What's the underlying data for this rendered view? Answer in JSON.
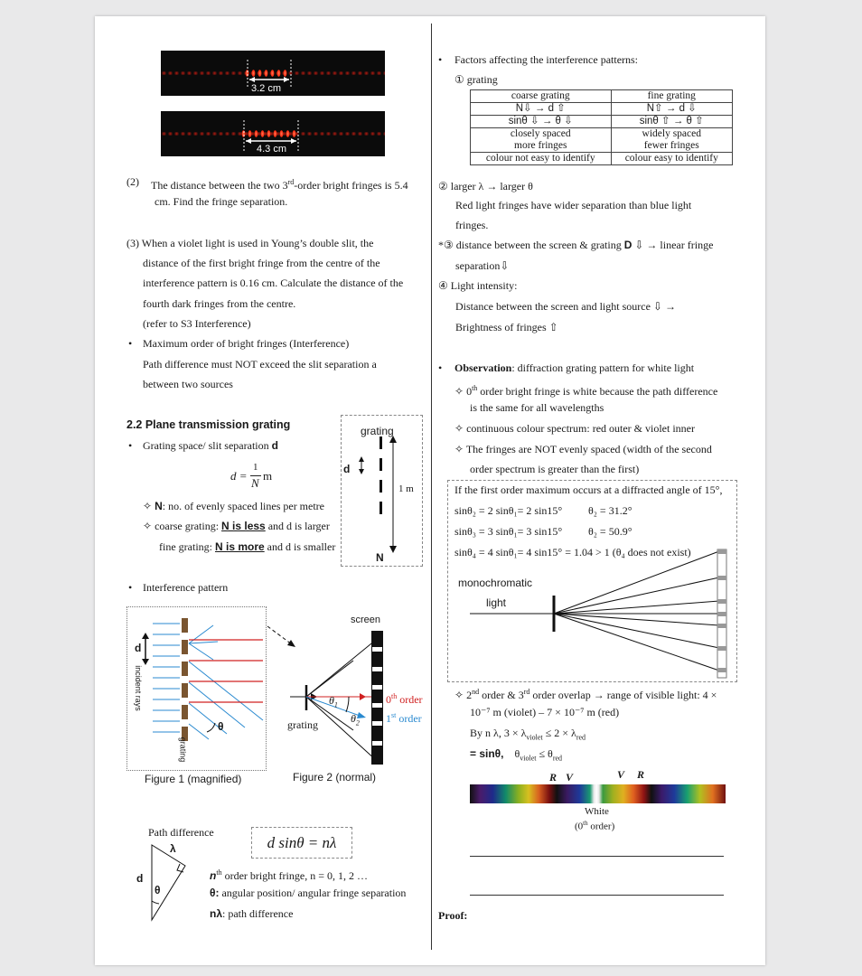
{
  "fringes": {
    "top_label": "3.2 cm",
    "bottom_label": "4.3 cm"
  },
  "q2": {
    "num": "(2)",
    "line1": "The distance between the two 3",
    "sup": "rd",
    "line1b": "-order bright fringes is 5.4",
    "line2": "cm. Find the fringe separation."
  },
  "q3": {
    "line1": "(3) When a violet light is used in Young’s double slit, the",
    "line2": "distance of the first bright fringe from the centre of the",
    "line3": "interference pattern is 0.16 cm. Calculate the distance of the",
    "line4": "fourth dark fringes from the centre.",
    "line5": "(refer to S3 Interference)"
  },
  "max_order": {
    "title": "Maximum order of bright fringes (Interference)",
    "line1": "Path difference must NOT exceed the slit separation a",
    "line2": "between two sources"
  },
  "grating_section": {
    "heading": "2.2 Plane transmission grating",
    "spacing": "Grating space/ slit separation ",
    "spacing_bold": "d",
    "formula_lhs": "d =",
    "formula_num": "1",
    "formula_den": "N",
    "formula_unit": "m",
    "n_label": "N",
    "n_text": ": no. of evenly spaced lines per metre",
    "coarse_a": "coarse grating: ",
    "coarse_b": "N is less",
    "coarse_c": " and d is larger",
    "fine_a": "fine grating: ",
    "fine_b": "N is more",
    "fine_c": " and d is smaller",
    "diag_grating": "grating",
    "diag_d": "d",
    "diag_1m": "1 m",
    "diag_N": "N"
  },
  "interference": {
    "title": "Interference pattern",
    "fig1_caption": "Figure 1 (magnified)",
    "fig2_caption": "Figure 2 (normal)",
    "fig1_d": "d",
    "fig1_theta": "θ",
    "fig1_incident": "incident rays",
    "fig1_grating": "grating",
    "fig2_screen": "screen",
    "fig2_grating": "grating",
    "fig2_theta1": "θ",
    "fig2_theta1_sub": "1",
    "fig2_theta2": "θ",
    "fig2_theta2_sub": "2",
    "order0": "0",
    "order0_sup": "th",
    "order0_word": " order",
    "order1": "1",
    "order1_sup": "st",
    "order1_word": " order"
  },
  "path_diff": {
    "title": "Path difference",
    "lambda": "λ",
    "d": "d",
    "theta": "θ",
    "formula": "d sinθ = nλ",
    "nth_a": "n",
    "nth_b": "th",
    "nth_c": " order bright fringe, n = 0, 1, 2 …",
    "theta_bold": "θ:",
    "theta_text": " angular position/ angular fringe separation",
    "nl_bold": "nλ",
    "nl_text": ": path difference"
  },
  "factors": {
    "title": "Factors affecting the interference patterns:",
    "f1_num": "①",
    "f1": "grating",
    "table": [
      [
        "coarse grating",
        "fine grating"
      ],
      [
        "N⇩ → d ⇧",
        "N⇧ → d ⇩"
      ],
      [
        "sinθ ⇩ → θ ⇩",
        "sinθ ⇧ → θ ⇧"
      ],
      [
        "closely spaced\nmore fringes",
        "widely spaced\nfewer fringes"
      ],
      [
        "colour not easy to identify",
        "colour easy to identify"
      ]
    ],
    "f2_num": "②",
    "f2_a": "larger λ → larger θ",
    "f2_b": "Red light fringes have wider separation than blue light",
    "f2_c": "fringes.",
    "f3_star": "*③",
    "f3_a": "distance between the screen & grating ",
    "f3_bold": "D",
    "f3_b": " ⇩ → linear fringe",
    "f3_c": "separation⇩",
    "f4_num": "④",
    "f4_a": "Light intensity:",
    "f4_b": "Distance between the screen and light source ⇩ →",
    "f4_c": "Brightness of fringes ⇧"
  },
  "observation": {
    "bold": "Observation",
    "text": ": diffraction grating pattern for white light",
    "o1_a": "0",
    "o1_sup": "th",
    "o1_b": " order bright fringe is white because the path difference",
    "o1_c": "is the same for all wavelengths",
    "o2": "continuous colour spectrum: red outer & violet inner",
    "o3_a": "The fringes are NOT evenly spaced (width of the second",
    "o3_b": "order spectrum is greater than the first)"
  },
  "example": {
    "line1": "If the first order maximum occurs at a diffracted angle of 15°,",
    "r2": "sinθ₂ = 2 sinθ₁= 2 sin15°",
    "r2b": "θ₂ = 31.2°",
    "r3": "sinθ₃ = 3 sinθ₁= 3 sin15°",
    "r3b": "θ₂ = 50.9°",
    "r4": "sinθ₄ = 4 sinθ₁= 4 sin15° = 1.04 > 1 (θ₄ does not exist)",
    "mono1": "monochromatic",
    "mono2": "light"
  },
  "overlap": {
    "a": "2",
    "a_sup": "nd",
    "b": " order & 3",
    "b_sup": "rd",
    "c": " order overlap → range of visible light: 4 ×",
    "d": "10⁻⁷ m (violet) – 7 × 10⁻⁷ m (red)",
    "by": "By n λ, 3 × λ",
    "by_sub1": "violet",
    "by_mid": " ≤ 2 × λ",
    "by_sub2": "red",
    "eq": "= sinθ,",
    "eq_b": "θ",
    "eq_sub1": "violet",
    "eq_c": " ≤ θ",
    "eq_sub2": "red"
  },
  "spectrum_labels": {
    "r1": "R",
    "v1": "V",
    "v2": "V",
    "r2": "R",
    "white": "White",
    "order": "(0",
    "order_sup": "th",
    "order_end": " order)"
  },
  "proof": "Proof:"
}
